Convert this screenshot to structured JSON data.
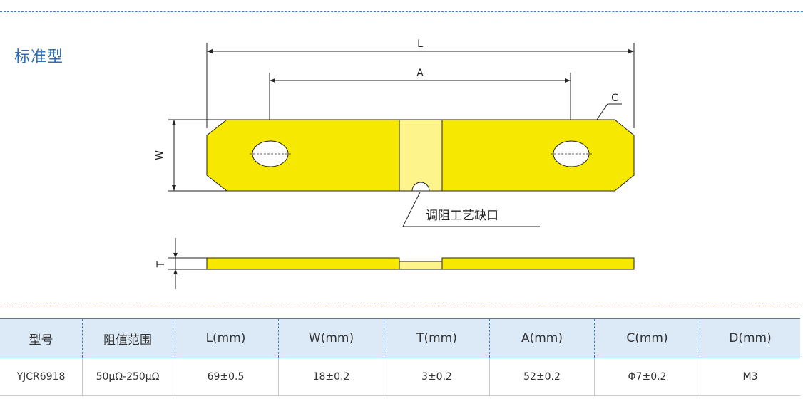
{
  "section_title": "标准型",
  "drawing": {
    "dim_L": "L",
    "dim_A": "A",
    "dim_C": "C",
    "dim_W": "W",
    "dim_T": "T",
    "callout": "调阻工艺缺口",
    "colors": {
      "body": "#f7e800",
      "notch": "#fdf58c",
      "line": "#222222"
    }
  },
  "table": {
    "headers": [
      "型号",
      "阻值范围",
      "L(mm)",
      "W(mm)",
      "T(mm)",
      "A(mm)",
      "C(mm)",
      "D(mm)"
    ],
    "rows": [
      [
        "YJCR6918",
        "50μΩ-250μΩ",
        "69±0.5",
        "18±0.2",
        "3±0.2",
        "52±0.2",
        "Φ7±0.2",
        "M3"
      ]
    ],
    "colors": {
      "header_bg": "#dce9f6",
      "rule": "#3f7fc0"
    }
  }
}
